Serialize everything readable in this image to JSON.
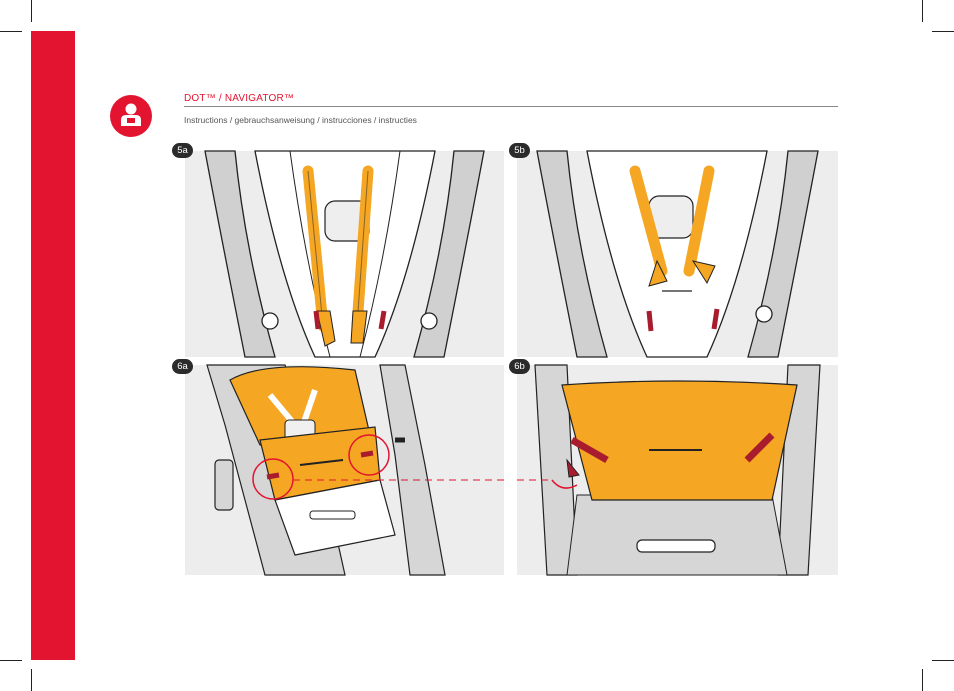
{
  "header": {
    "title": "DOT™ / NAVIGATOR™",
    "subtitle": "Instructions / gebrauchsanweisung / instrucciones / instructies"
  },
  "icon": "person-manual-icon",
  "colors": {
    "brand_red": "#e3142f",
    "harness_orange": "#f5a623",
    "panel_grey": "#ededed"
  },
  "steps": [
    {
      "label": "5a"
    },
    {
      "label": "5b"
    },
    {
      "label": "6a"
    },
    {
      "label": "6b"
    }
  ]
}
